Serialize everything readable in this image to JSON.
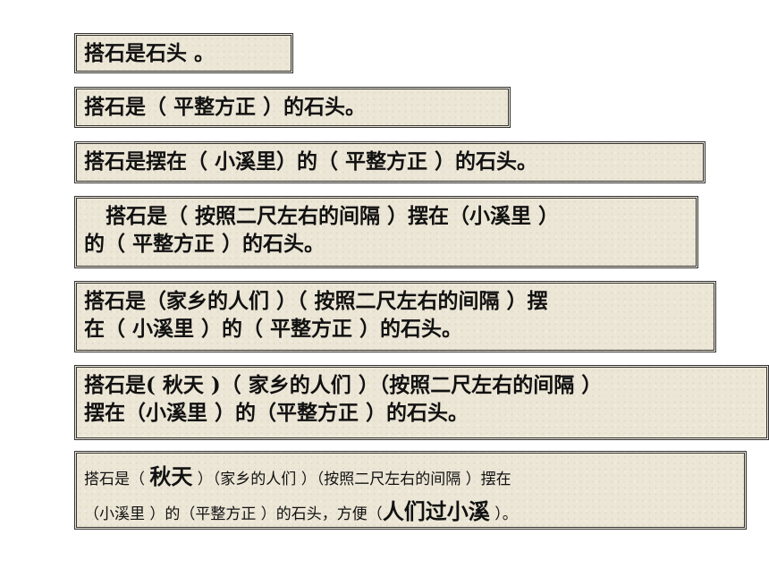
{
  "boxes": [
    {
      "lines": [
        "搭石是石头 。"
      ]
    },
    {
      "lines": [
        "搭石是（  平整方正  ）的石头。"
      ]
    },
    {
      "lines": [
        "搭石是摆在（ 小溪里）的（ 平整方正   ）的石头。"
      ]
    },
    {
      "lines": [
        "   搭石是（ 按照二尺左右的间隔 ）摆在（小溪里 ）",
        "的（ 平整方正 ）的石头。"
      ]
    },
    {
      "lines": [
        "搭石是（家乡的人们 ）（ 按照二尺左右的间隔 ）摆",
        "在（ 小溪里 ）的（ 平整方正 ）的石头。"
      ]
    },
    {
      "lines": [
        "搭石是( 秋天  )（  家乡的人们 ）（按照二尺左右的间隔 ）",
        "摆在（小溪里 ）的（平整方正 ）的石头。"
      ]
    }
  ],
  "last_box": {
    "line1_a": "搭石是（ ",
    "line1_big": "秋天",
    "line1_b": " ）（家乡的人们 ）（按照二尺左右的间隔 ）摆在",
    "line2_a": "（小溪里 ）的（平整方正 ）的石头，方便（",
    "line2_big": "人们过小溪",
    "line2_b": " ）。"
  }
}
